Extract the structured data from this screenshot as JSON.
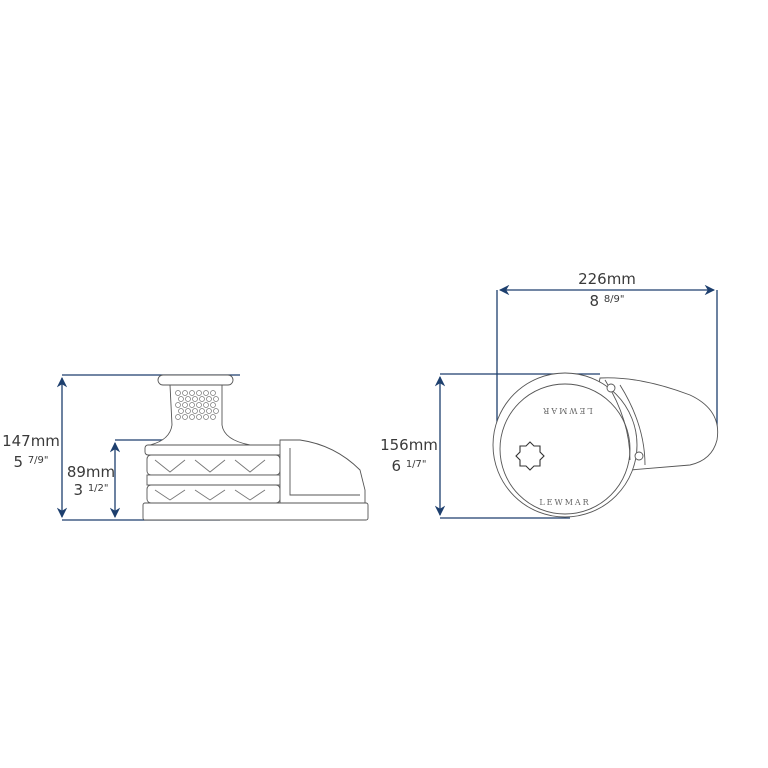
{
  "diagram": {
    "type": "technical-dimension-drawing",
    "subject": "windlass",
    "brand_text": "LEWMAR",
    "colors": {
      "dimension_line": "#1d3f6e",
      "outline": "#555555",
      "text": "#3a3a3a"
    },
    "side_view": {
      "overall_height": {
        "metric": "147mm",
        "imperial_whole": "5",
        "imperial_frac": "7/9\""
      },
      "base_height": {
        "metric": "89mm",
        "imperial_whole": "3",
        "imperial_frac": "1/2\""
      }
    },
    "top_view": {
      "width": {
        "metric": "226mm",
        "imperial_whole": "8",
        "imperial_frac": "8/9\""
      },
      "depth": {
        "metric": "156mm",
        "imperial_whole": "6",
        "imperial_frac": "1/7\""
      },
      "top_logo_text": "LEWMAR",
      "bottom_logo_text": "LEWMAR"
    }
  }
}
